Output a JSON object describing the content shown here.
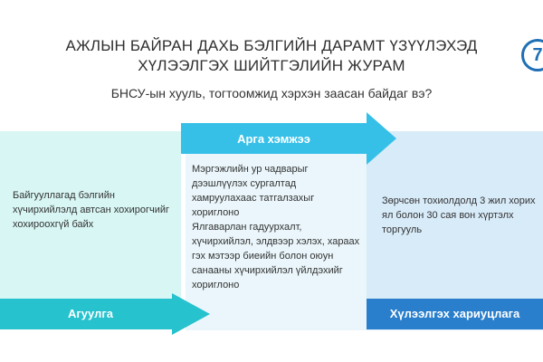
{
  "title": {
    "line1": "АЖЛЫН БАЙРАН ДАХЬ БЭЛГИЙН ДАРАМТ ҮЗҮҮЛЭХЭД",
    "line2": "ХҮЛЭЭЛГЭХ ШИЙТГЭЛИЙН ЖУРАМ"
  },
  "subtitle": "БНСУ-ын хууль, тогтоомжид хэрхэн заасан байдаг вэ?",
  "logo": {
    "text": "7",
    "icon": "channel-logo-icon",
    "color": "#1e6fb5"
  },
  "columns": {
    "content": {
      "label": "Агуулга",
      "text": "Байгууллагад бэлгийн хүчирхийлэлд автсан хохирогчийг хохироохгүй байх",
      "color": "#26c2ce"
    },
    "measures": {
      "label": "Арга хэмжээ",
      "items": [
        "Мэргэжлийн ур чадварыг дээшлүүлэх сургалтад хамруулахаас татгалзахыг хориглоно",
        "Ялгаварлан гадуурхалт, хүчирхийлэл, элдвээр хэлэх, хараах гэх мэтээр биеийн болон оюун санааны хүчирхийлэл үйлдэхийг хориглоно"
      ],
      "color": "#36c0e8"
    },
    "liability": {
      "label": "Хүлээлгэх хариуцлага",
      "text": "Зөрчсөн тохиолдолд 3 жил хорих ял болон 30 сая вон хүртэлх торгууль",
      "color": "#2a7fcc"
    }
  }
}
